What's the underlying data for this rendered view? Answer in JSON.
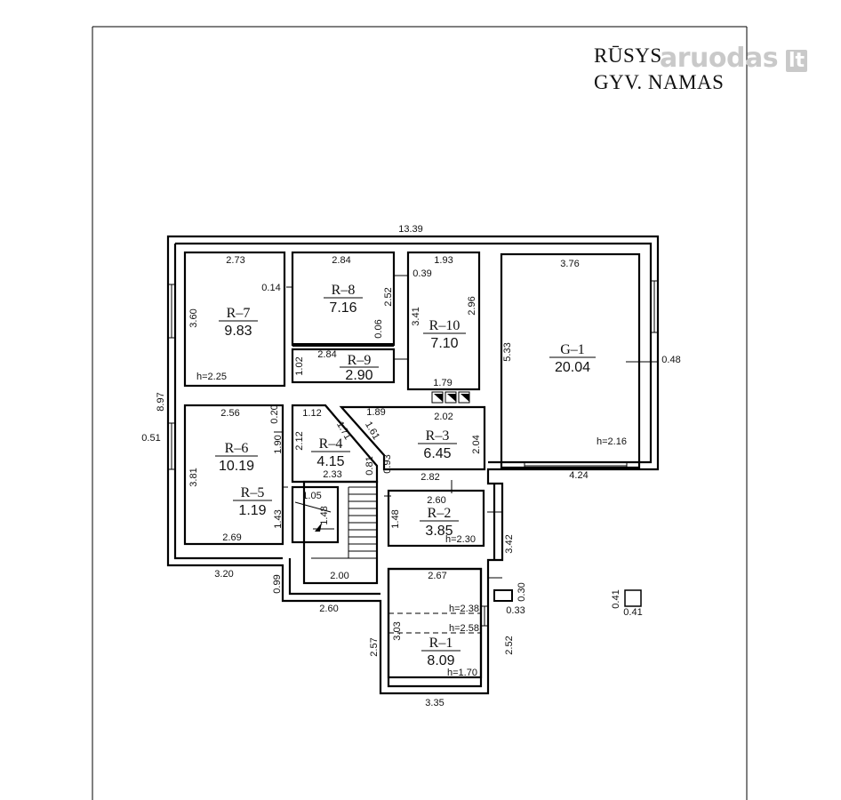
{
  "header": {
    "line1": "RŪSYS",
    "line2": "GYV. NAMAS"
  },
  "watermark": {
    "text": "aruodas",
    "tld": "lt"
  },
  "rooms": [
    {
      "id": "r7",
      "name": "R–7",
      "area": "9.83"
    },
    {
      "id": "r8",
      "name": "R–8",
      "area": "7.16"
    },
    {
      "id": "r9",
      "name": "R–9",
      "area": "2.90"
    },
    {
      "id": "r10",
      "name": "R–10",
      "area": "7.10"
    },
    {
      "id": "g1",
      "name": "G–1",
      "area": "20.04"
    },
    {
      "id": "r6",
      "name": "R–6",
      "area": "10.19"
    },
    {
      "id": "r4",
      "name": "R–4",
      "area": "4.15"
    },
    {
      "id": "r3",
      "name": "R–3",
      "area": "6.45"
    },
    {
      "id": "r5",
      "name": "R–5",
      "area": "1.19"
    },
    {
      "id": "r2",
      "name": "R–2",
      "area": "3.85"
    },
    {
      "id": "r1",
      "name": "R–1",
      "area": "8.09"
    }
  ],
  "dimensions": [
    "13.39",
    "2.73",
    "2.84",
    "1.93",
    "3.76",
    "0.14",
    "0.39",
    "2.52",
    "3.41",
    "2.96",
    "3.60",
    "0.06",
    "5.33",
    "0.48",
    "2.84",
    "1.02",
    "1.79",
    "h=2.25",
    "8.97",
    "2.56",
    "0.20",
    "1.12",
    "1.89",
    "2.02",
    "1.71",
    "1.61",
    "2.12",
    "0.51",
    "1.90",
    "2.04",
    "0.81",
    "0.93",
    "h=2.16",
    "2.33",
    "2.82",
    "4.24",
    "3.81",
    "1.05",
    "2.60",
    "1.48",
    "1.43",
    "1.48",
    "h=2.30",
    "2.69",
    "3.42",
    "3.20",
    "2.00",
    "2.67",
    "0.30",
    "0.41",
    "0.99",
    "0.33",
    "0.41",
    "2.60",
    "h=2.38",
    "3.03",
    "h=2.58",
    "2.57",
    "2.52",
    "h=1.70",
    "3.35"
  ]
}
